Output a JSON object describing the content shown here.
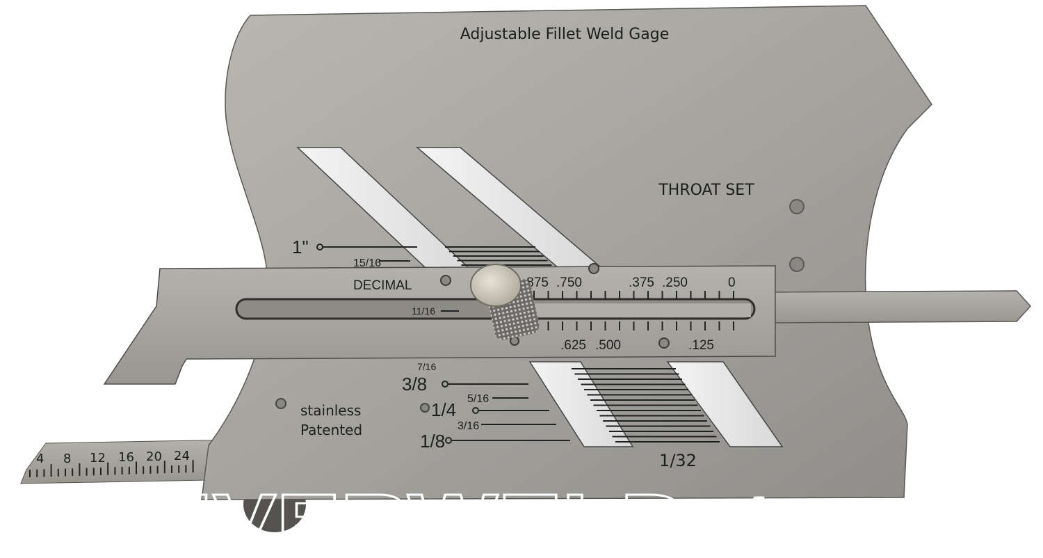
{
  "plate": {
    "title": "Adjustable Fillet  Weld  Gage",
    "throat_set": "THROAT SET",
    "stainless": "stainless",
    "patented": "Patented",
    "bottom_mark": "1/32",
    "left_scale": [
      "1\"",
      "15/16",
      "11/16",
      "7/16",
      "3/8",
      "5/16",
      "1/4",
      "3/16",
      "1/8"
    ]
  },
  "slider": {
    "decimal_label": "DECIMAL",
    "top_values": [
      ".875",
      ".750",
      ".375",
      ".250",
      "0"
    ],
    "bottom_values": [
      ".625",
      ".500",
      ".125"
    ]
  },
  "ruler": {
    "ticks": [
      "4",
      "8",
      "12",
      "16",
      "20",
      "24"
    ]
  },
  "watermark": "RIVERWELDstore",
  "colors": {
    "steel": "#a9a7a2",
    "steel_dark": "#7d7b77",
    "background": "#ffffff"
  }
}
